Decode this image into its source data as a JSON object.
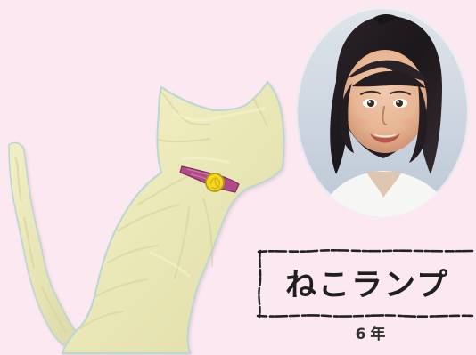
{
  "title": "ねこランプ",
  "grade": "6年",
  "colors": {
    "background": "#fbe8f1",
    "lamp_paper": "#efedbd",
    "collar": "#b24a88",
    "tag": "#f0da1e",
    "text": "#1f1f1f"
  },
  "images": {
    "cat_lamp": "cat-lamp-photo",
    "student_portrait": "student-portrait-photo"
  }
}
